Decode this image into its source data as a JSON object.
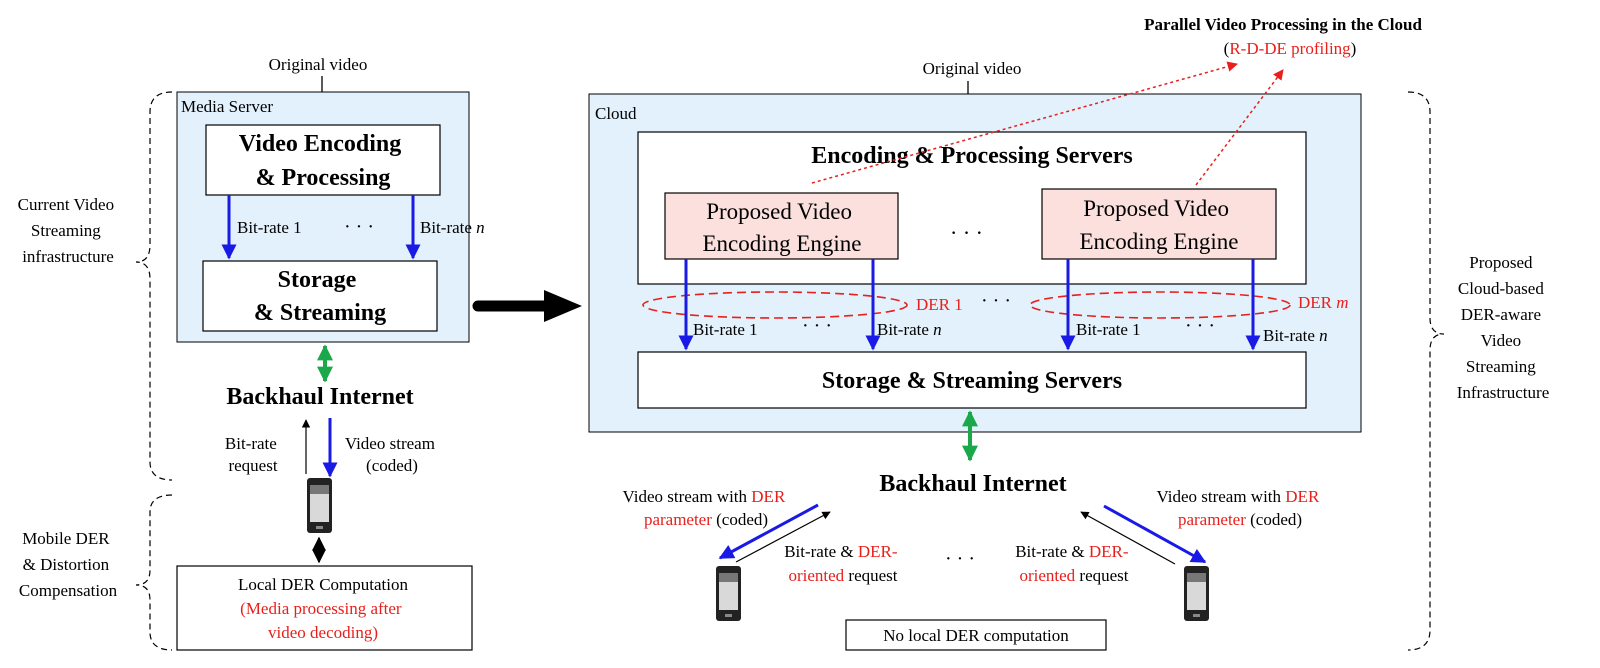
{
  "left": {
    "original_video": "Original video",
    "media_server": "Media Server",
    "encoding_line1": "Video Encoding",
    "encoding_line2": "& Processing",
    "bitrate_1": "Bit-rate 1",
    "bitrate_n_prefix": "Bit-rate ",
    "bitrate_n_var": "n",
    "dots": "· · ·",
    "storage_line1": "Storage",
    "storage_line2": "& Streaming",
    "backhaul": "Backhaul Internet",
    "bitrate_req_line1": "Bit-rate",
    "bitrate_req_line2": "request",
    "video_stream_line1": "Video stream",
    "video_stream_line2": "(coded)",
    "local_der_title": "Local DER Computation",
    "local_der_note_line1": "(Media processing after",
    "local_der_note_line2": "video decoding)"
  },
  "side_labels": {
    "current_line1": "Current Video",
    "current_line2": "Streaming",
    "current_line3": "infrastructure",
    "mobile_line1": "Mobile DER",
    "mobile_line2": "& Distortion",
    "mobile_line3": "Compensation",
    "proposed_line1": "Proposed",
    "proposed_line2": "Cloud-based",
    "proposed_line3": "DER-aware",
    "proposed_line4": "Video",
    "proposed_line5": "Streaming",
    "proposed_line6": "Infrastructure"
  },
  "right": {
    "parallel_title": "Parallel Video Processing in the Cloud",
    "parallel_paren_open": "(",
    "parallel_sub": "R-D-DE profiling",
    "parallel_paren_close": ")",
    "original_video": "Original video",
    "cloud": "Cloud",
    "enc_servers": "Encoding & Processing Servers",
    "engine_line1": "Proposed Video",
    "engine_line2": "Encoding Engine",
    "dots": "· · ·",
    "der_1": "DER 1",
    "der_m_prefix": "DER ",
    "der_m_var": "m",
    "bitrate_1": "Bit-rate 1",
    "bitrate_n_prefix": "Bit-rate ",
    "bitrate_n_var": "n",
    "storage_servers": "Storage & Streaming Servers",
    "backhaul": "Backhaul Internet",
    "vs_left_line1_a": "Video stream with ",
    "vs_line1_b": "DER",
    "vs_line2_a": "parameter",
    "vs_line2_b": " (coded)",
    "vs_right_line1_a": "Video stream with ",
    "br_a": "Bit-rate & ",
    "br_b": "DER-",
    "br_c": "oriented",
    "br_d": " request",
    "no_local": "No local DER computation"
  },
  "colors": {
    "cloud_fill": "#e2f1fb",
    "engine_fill": "#fbe0dd",
    "blue_arrow": "#1a1ae6",
    "green_arrow": "#1aa84a",
    "red_text": "#e8201c",
    "black_arrow": "#000000"
  }
}
